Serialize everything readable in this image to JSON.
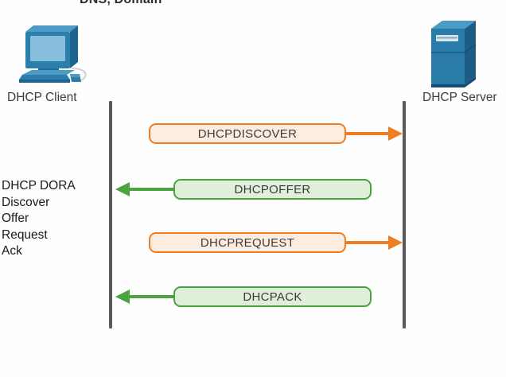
{
  "caption": {
    "text": "DNS, Domain"
  },
  "nodes": {
    "client": {
      "label": "DHCP Client",
      "icon": "desktop-computer-icon"
    },
    "server": {
      "label": "DHCP Server",
      "icon": "server-tower-icon"
    }
  },
  "annotation": {
    "lines": [
      "DHCP DORA",
      "Discover",
      "Offer",
      "Request",
      "Ack"
    ]
  },
  "messages": [
    {
      "label": "DHCPDISCOVER",
      "direction": "client-to-server",
      "color": "#ef7d22",
      "fill": "#fdece0"
    },
    {
      "label": "DHCPOFFER",
      "direction": "server-to-client",
      "color": "#4aa33e",
      "fill": "#e0efd9"
    },
    {
      "label": "DHCPREQUEST",
      "direction": "client-to-server",
      "color": "#ef7d22",
      "fill": "#fdece0"
    },
    {
      "label": "DHCPACK",
      "direction": "server-to-client",
      "color": "#4aa33e",
      "fill": "#e0efd9"
    }
  ],
  "colors": {
    "background": "#fefefe",
    "lifeline": "#59595b",
    "orange_border": "#ef7d22",
    "orange_fill": "#fdece0",
    "green_border": "#4aa33e",
    "green_fill": "#e0efd9",
    "text": "#3b3b3b"
  }
}
